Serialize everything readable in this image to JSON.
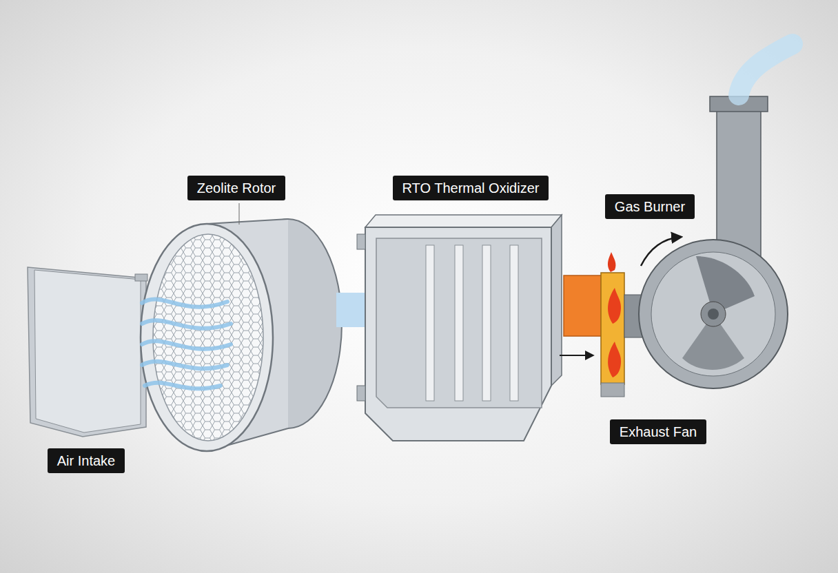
{
  "diagram": {
    "labels": [
      "Zeolite Rotor",
      "RTO Thermal Oxidizer",
      "Gas Burner",
      "Exhaust Fan",
      "Air Intake"
    ]
  }
}
